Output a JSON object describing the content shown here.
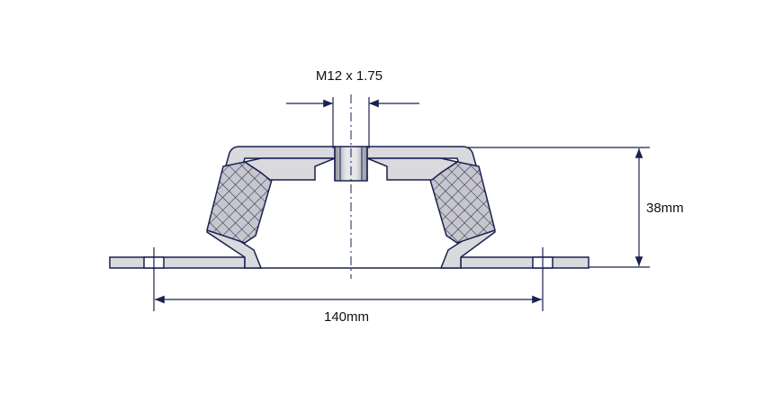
{
  "dimensions": {
    "thread": "M12 x 1.75",
    "width": "140mm",
    "height": "38mm"
  },
  "colors": {
    "outline": "#1a2150",
    "metal_fill": "#d9d9de",
    "rubber_fill": "#c6c6cc",
    "hatch": "#1a2150",
    "dimension_line": "#1a2150",
    "background": "#ffffff"
  }
}
